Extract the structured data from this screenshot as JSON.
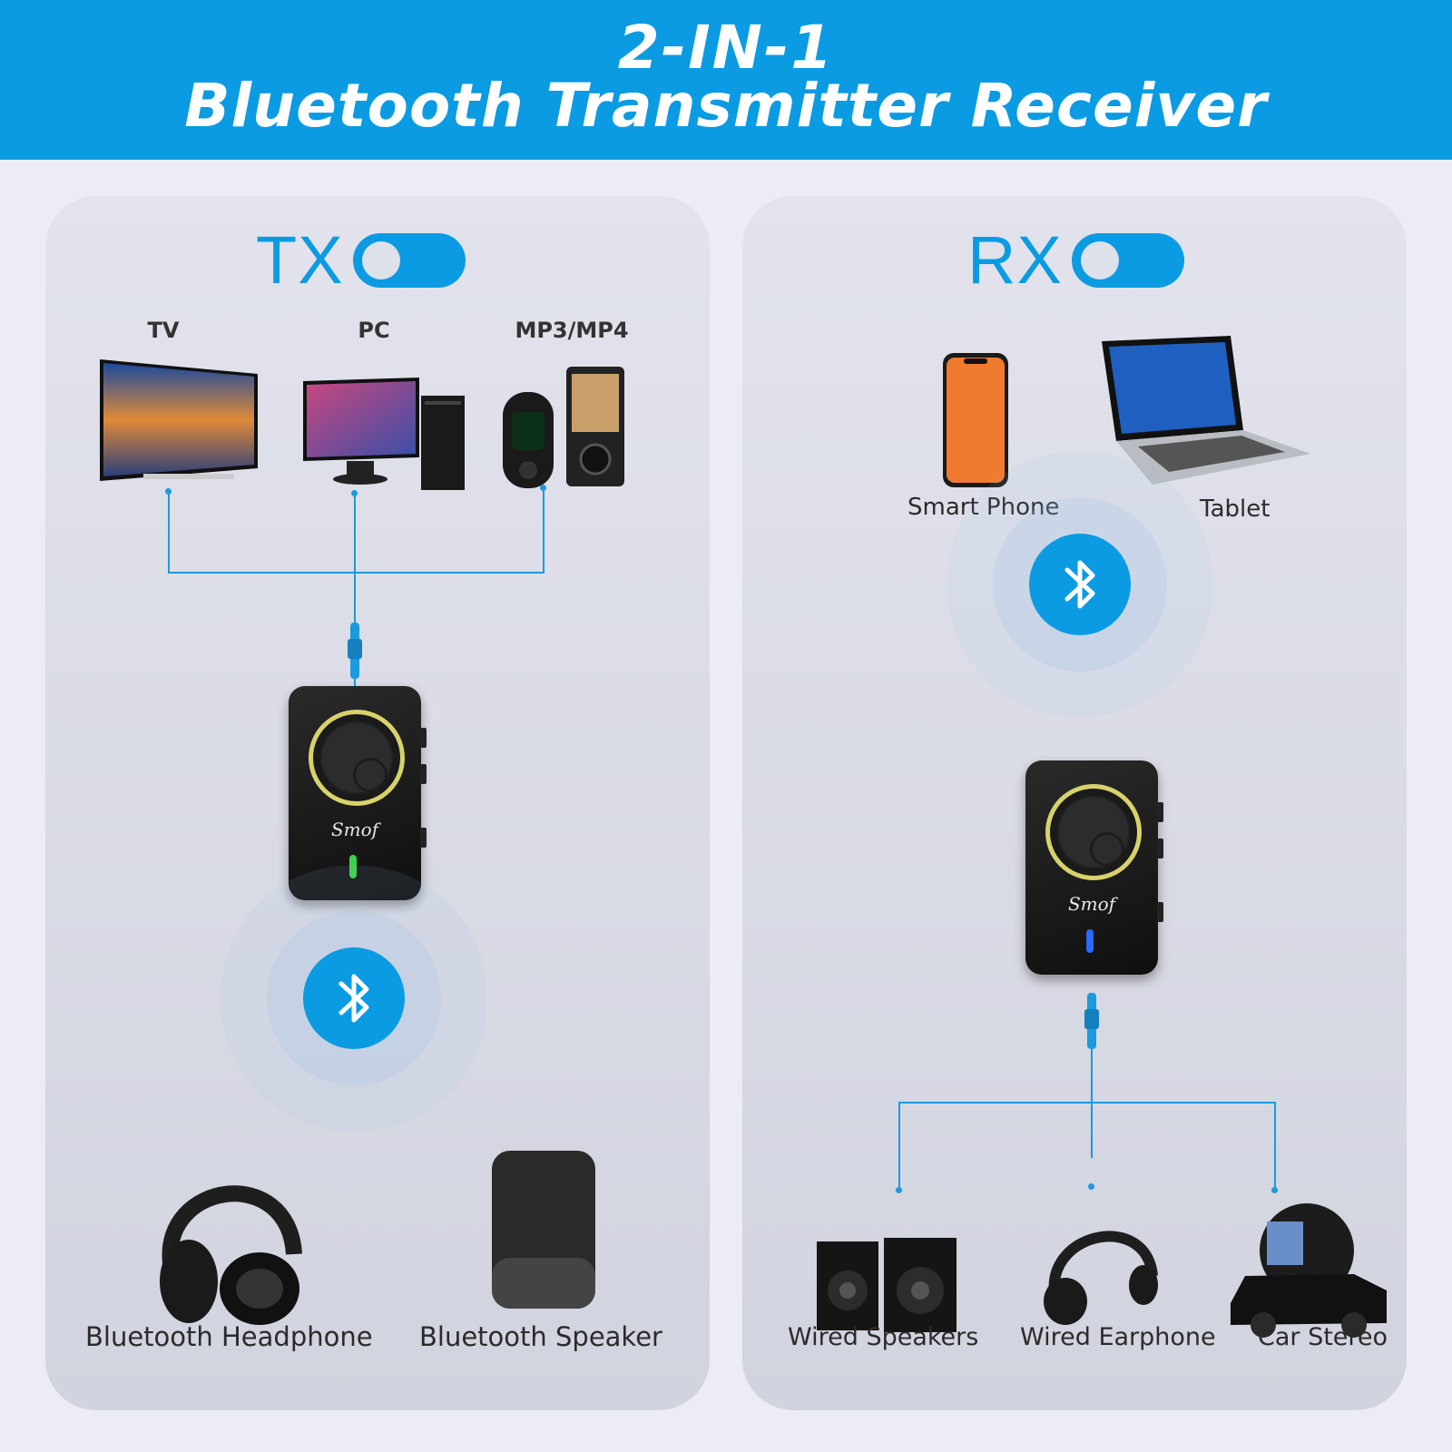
{
  "header": {
    "line1": "2-IN-1",
    "line2": "Bluetooth Transmitter Receiver"
  },
  "tx": {
    "mode_label": "TX",
    "sources": [
      "TV",
      "PC",
      "MP3/MP4"
    ],
    "device_brand": "Smof",
    "led_color": "#3ed14a",
    "outputs": [
      "Bluetooth Headphone",
      "Bluetooth Speaker"
    ]
  },
  "rx": {
    "mode_label": "RX",
    "sources": [
      "Smart Phone",
      "Tablet"
    ],
    "device_brand": "Smof",
    "led_color": "#2a6bff",
    "outputs": [
      "Wired Speakers",
      "Wired Earphone",
      "Car Stereo"
    ]
  },
  "colors": {
    "accent": "#0a9be3",
    "panel_bg": "#dcdde6"
  },
  "icons": [
    "bluetooth-icon",
    "toggle-switch",
    "audio-jack-icon"
  ]
}
